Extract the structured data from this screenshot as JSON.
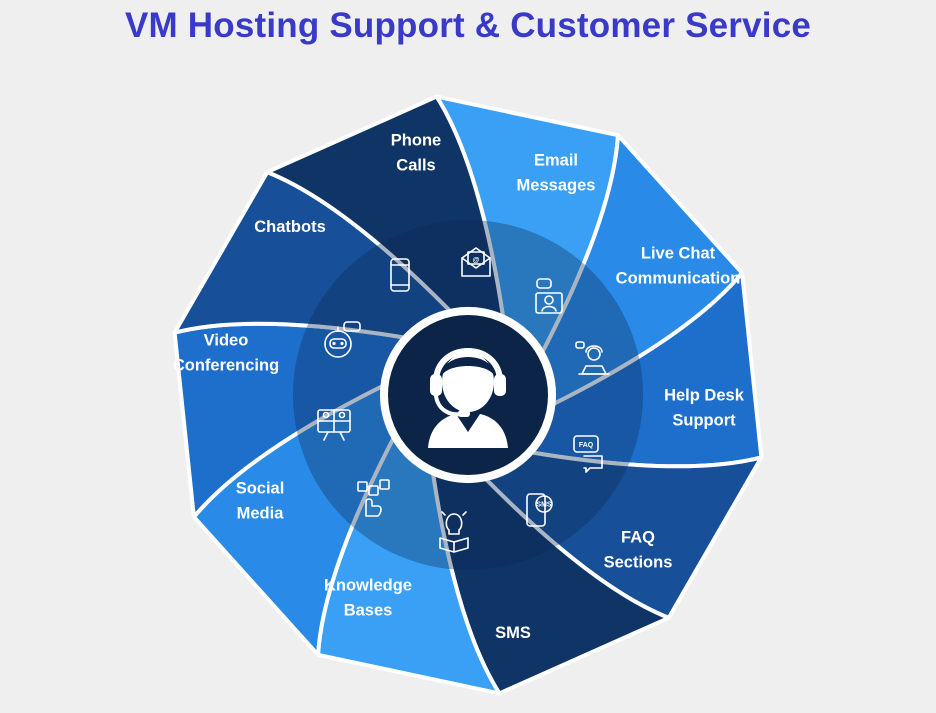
{
  "title": "VM Hosting Support & Customer Service",
  "channels": [
    {
      "id": "phone-calls",
      "lines": [
        "Phone",
        "Calls"
      ],
      "icon": "smartphone-icon",
      "color": "#3aa0f5"
    },
    {
      "id": "email-messages",
      "lines": [
        "Email",
        "Messages"
      ],
      "icon": "email-envelope-icon",
      "color": "#2a8ae8"
    },
    {
      "id": "live-chat-communication",
      "lines": [
        "Live Chat",
        "Communication"
      ],
      "icon": "video-chat-agent-icon",
      "color": "#1e6fcc"
    },
    {
      "id": "help-desk-support",
      "lines": [
        "Help Desk",
        "Support"
      ],
      "icon": "agent-laptop-icon",
      "color": "#174f98"
    },
    {
      "id": "faq-sections",
      "lines": [
        "FAQ",
        "Sections"
      ],
      "icon": "faq-bubble-icon",
      "color": "#0f3466"
    },
    {
      "id": "sms",
      "lines": [
        "SMS"
      ],
      "icon": "sms-phone-icon",
      "color": "#3aa0f5"
    },
    {
      "id": "knowledge-bases",
      "lines": [
        "Knowledge",
        "Bases"
      ],
      "icon": "lightbulb-book-icon",
      "color": "#2a8ae8"
    },
    {
      "id": "social-media",
      "lines": [
        "Social",
        "Media"
      ],
      "icon": "social-media-hand-icon",
      "color": "#1e6fcc"
    },
    {
      "id": "video-conferencing",
      "lines": [
        "Video",
        "Conferencing"
      ],
      "icon": "video-conference-icon",
      "color": "#174f98"
    },
    {
      "id": "chatbots",
      "lines": [
        "Chatbots"
      ],
      "icon": "chatbot-robot-icon",
      "color": "#0f3466"
    }
  ],
  "center": {
    "icon": "headset-agent-icon",
    "color": "#0c2447"
  }
}
